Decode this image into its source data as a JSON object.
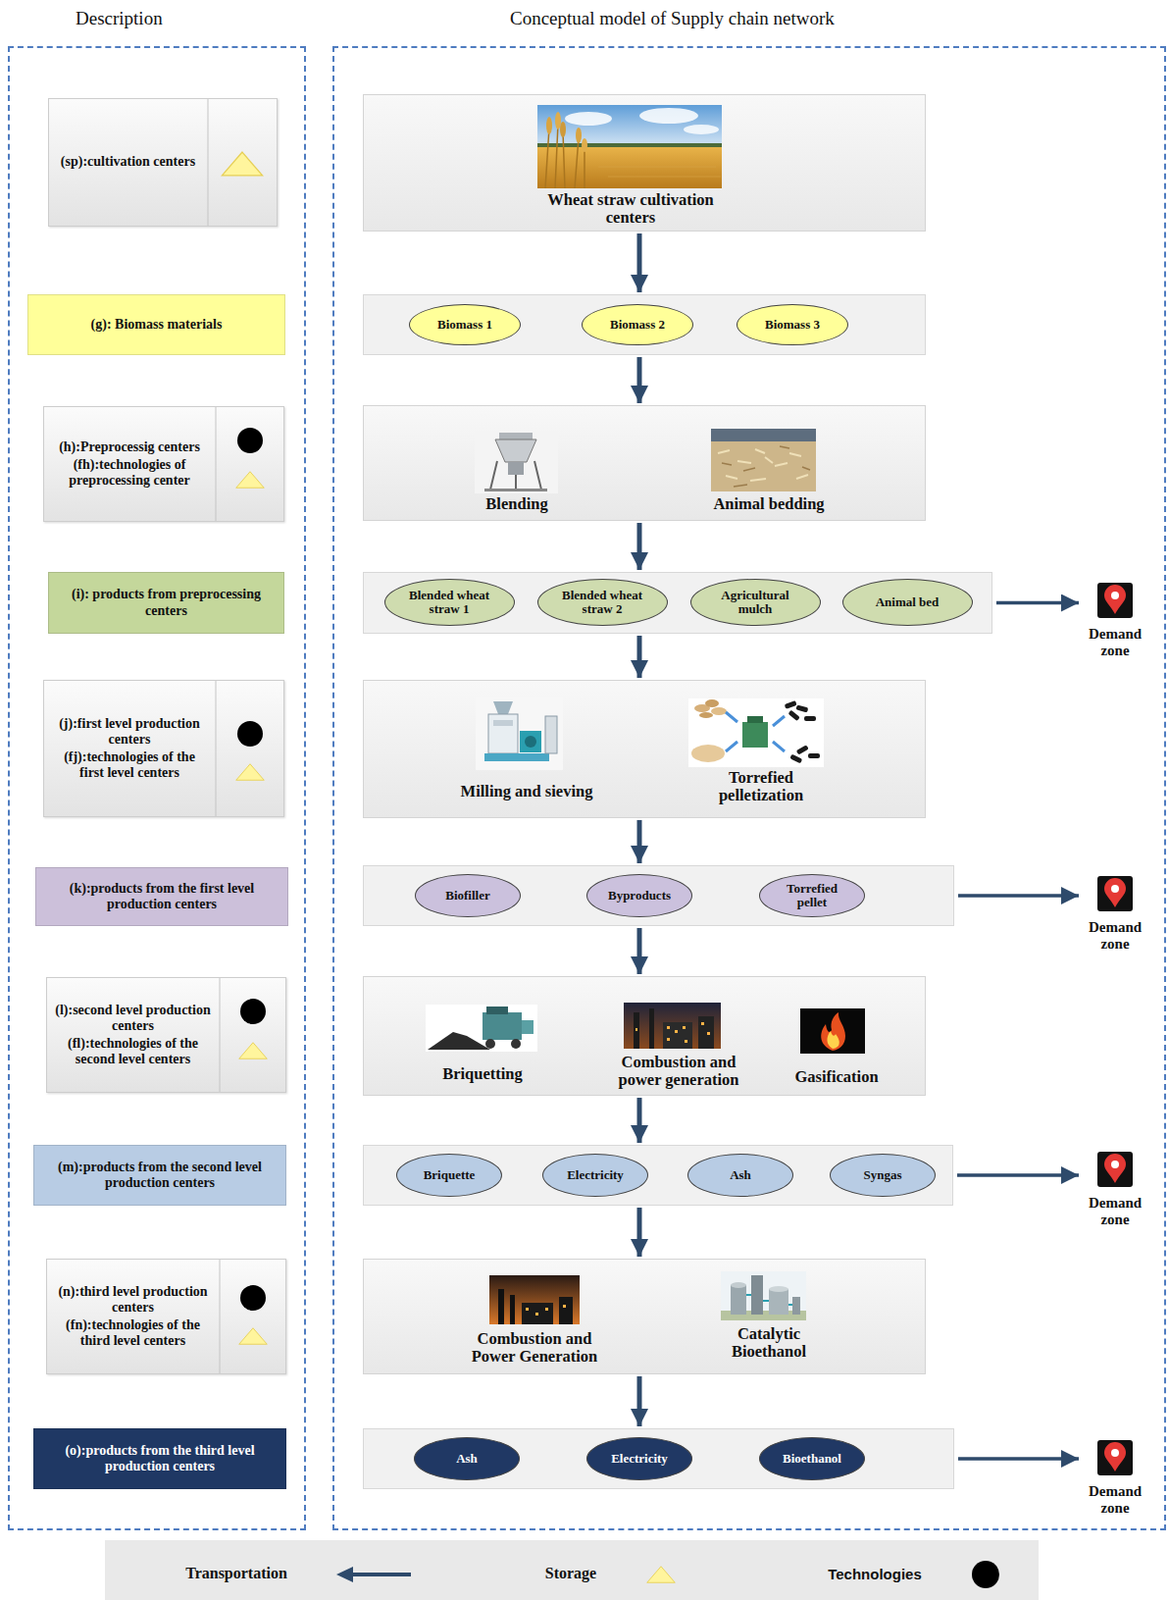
{
  "diagram": {
    "nodes": [
      {
        "text": [
          "Description"
        ]
      },
      {
        "text": [
          "(sp):cultivation centers"
        ],
        "in": 0
      },
      {
        "text": [
          "(g): Biomass materials"
        ],
        "in": 0
      },
      {
        "text": [
          "(h):Preprocessig centers",
          "(fh):technologies of preprocessing center"
        ],
        "in": 0
      },
      {
        "text": [
          "(i): products from preprocessing centers"
        ],
        "in": 0
      },
      {
        "text": [
          "(j):first level production centers",
          "(fj):technologies of the first level centers"
        ],
        "in": 0
      },
      {
        "text": [
          "(k):products from the first level production centers"
        ],
        "in": 0
      },
      {
        "text": [
          "(l):second level production centers",
          "(fl):technologies of the second level centers"
        ],
        "in": 0
      },
      {
        "text": [
          "(m):products from the second level production centers"
        ],
        "in": 0
      },
      {
        "text": [
          "(n):third level production centers",
          "(fn):technologies of the third level centers"
        ],
        "in": 0
      },
      {
        "text": [
          "(o):products from the third level production centers"
        ],
        "in": 0
      },
      {
        "text": [
          "Conceptual model of Supply chain network"
        ]
      },
      {
        "text": [
          "Wheat straw cultivation centers"
        ],
        "in": 11
      },
      {
        "text": [],
        "in": 11
      },
      {
        "text": [
          "Biomass 1"
        ],
        "in": 13
      },
      {
        "text": [
          "Biomass 2"
        ],
        "in": 13
      },
      {
        "text": [
          "Biomass 3"
        ],
        "in": 13
      },
      {
        "text": [
          "Blending",
          "Animal bedding"
        ],
        "in": 11
      },
      {
        "text": [],
        "in": 11
      },
      {
        "text": [
          "Blended wheat straw 1"
        ],
        "in": 18
      },
      {
        "text": [
          "Blended wheat straw 2"
        ],
        "in": 18
      },
      {
        "text": [
          "Agricultural mulch"
        ],
        "in": 18
      },
      {
        "text": [
          "Animal bed"
        ],
        "in": 18
      },
      {
        "text": [
          "Demand zone"
        ],
        "in": 11
      },
      {
        "text": [
          "Milling and sieving",
          "Torrefied pelletization"
        ],
        "in": 11
      },
      {
        "text": [],
        "in": 11
      },
      {
        "text": [
          "Biofiller"
        ],
        "in": 25
      },
      {
        "text": [
          "Byproducts"
        ],
        "in": 25
      },
      {
        "text": [
          "Torrefied pellet"
        ],
        "in": 25
      },
      {
        "text": [
          "Demand zone"
        ],
        "in": 11
      },
      {
        "text": [
          "Briquetting",
          "Combustion and power generation",
          "Gasification"
        ],
        "in": 11
      },
      {
        "text": [],
        "in": 11
      },
      {
        "text": [
          "Briquette"
        ],
        "in": 31
      },
      {
        "text": [
          "Electricity"
        ],
        "in": 31
      },
      {
        "text": [
          "Ash"
        ],
        "in": 31
      },
      {
        "text": [
          "Syngas"
        ],
        "in": 31
      },
      {
        "text": [
          "Demand zone"
        ],
        "in": 11
      },
      {
        "text": [
          "Combustion and Power Generation",
          "Catalytic Bioethanol"
        ],
        "in": 11
      },
      {
        "text": [],
        "in": 11
      },
      {
        "text": [
          "Ash"
        ],
        "in": 38
      },
      {
        "text": [
          "Electricity"
        ],
        "in": 38
      },
      {
        "text": [
          "Bioethanol"
        ],
        "in": 38
      },
      {
        "text": [
          "Demand zone"
        ],
        "in": 11
      }
    ],
    "edges": [
      {
        "from": 12,
        "to": 13,
        "arrow": "to"
      },
      {
        "from": 13,
        "to": 17,
        "arrow": "to"
      },
      {
        "from": 17,
        "to": 18,
        "arrow": "to"
      },
      {
        "from": 18,
        "to": 23,
        "arrow": "to"
      },
      {
        "from": 18,
        "to": 24,
        "arrow": "to"
      },
      {
        "from": 24,
        "to": 25,
        "arrow": "to"
      },
      {
        "from": 25,
        "to": 29,
        "arrow": "to"
      },
      {
        "from": 25,
        "to": 30,
        "arrow": "to"
      },
      {
        "from": 30,
        "to": 31,
        "arrow": "to"
      },
      {
        "from": 31,
        "to": 36,
        "arrow": "to"
      },
      {
        "from": 31,
        "to": 37,
        "arrow": "to"
      },
      {
        "from": 37,
        "to": 38,
        "arrow": "to"
      },
      {
        "from": 38,
        "to": 42,
        "arrow": "to"
      }
    ],
    "legend": [
      {
        "text": "Transportation"
      },
      {
        "text": "Storage"
      },
      {
        "text": "Technologies"
      }
    ]
  }
}
